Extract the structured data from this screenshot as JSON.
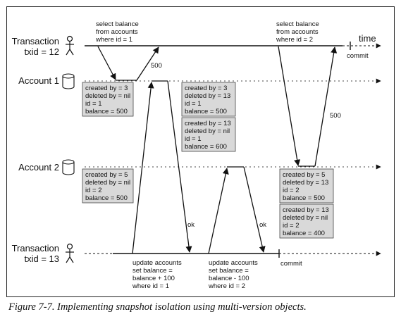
{
  "tx12": {
    "line1": "Transaction",
    "line2": "txid = 12"
  },
  "tx13": {
    "line1": "Transaction",
    "line2": "txid = 13"
  },
  "account1": "Account 1",
  "account2": "Account 2",
  "time_label": "time",
  "query1": [
    "select balance",
    "from accounts",
    "where id = 1"
  ],
  "query2": [
    "select balance",
    "from accounts",
    "where id = 2"
  ],
  "commit12": "commit",
  "commit13": "commit",
  "val_500_a": "500",
  "val_500_b": "500",
  "ok1": "ok",
  "ok2": "ok",
  "update1": [
    "update accounts",
    "set balance =",
    "balance + 100",
    "where id = 1"
  ],
  "update2": [
    "update accounts",
    "set balance =",
    "balance - 100",
    "where id = 2"
  ],
  "box_acc1_initial": [
    "created by = 3",
    "deleted by = nil",
    "id = 1",
    "balance = 500"
  ],
  "box_acc1_v1": [
    "created by = 3",
    "deleted by = 13",
    "id = 1",
    "balance = 500"
  ],
  "box_acc1_v2": [
    "created by = 13",
    "deleted by = nil",
    "id = 1",
    "balance = 600"
  ],
  "box_acc2_initial": [
    "created by = 5",
    "deleted by = nil",
    "id = 2",
    "balance = 500"
  ],
  "box_acc2_v1": [
    "created by = 5",
    "deleted by = 13",
    "id = 2",
    "balance = 500"
  ],
  "box_acc2_v2": [
    "created by = 13",
    "deleted by = nil",
    "id = 2",
    "balance = 400"
  ],
  "caption": "Figure 7-7. Implementing snapshot isolation using multi-version objects."
}
